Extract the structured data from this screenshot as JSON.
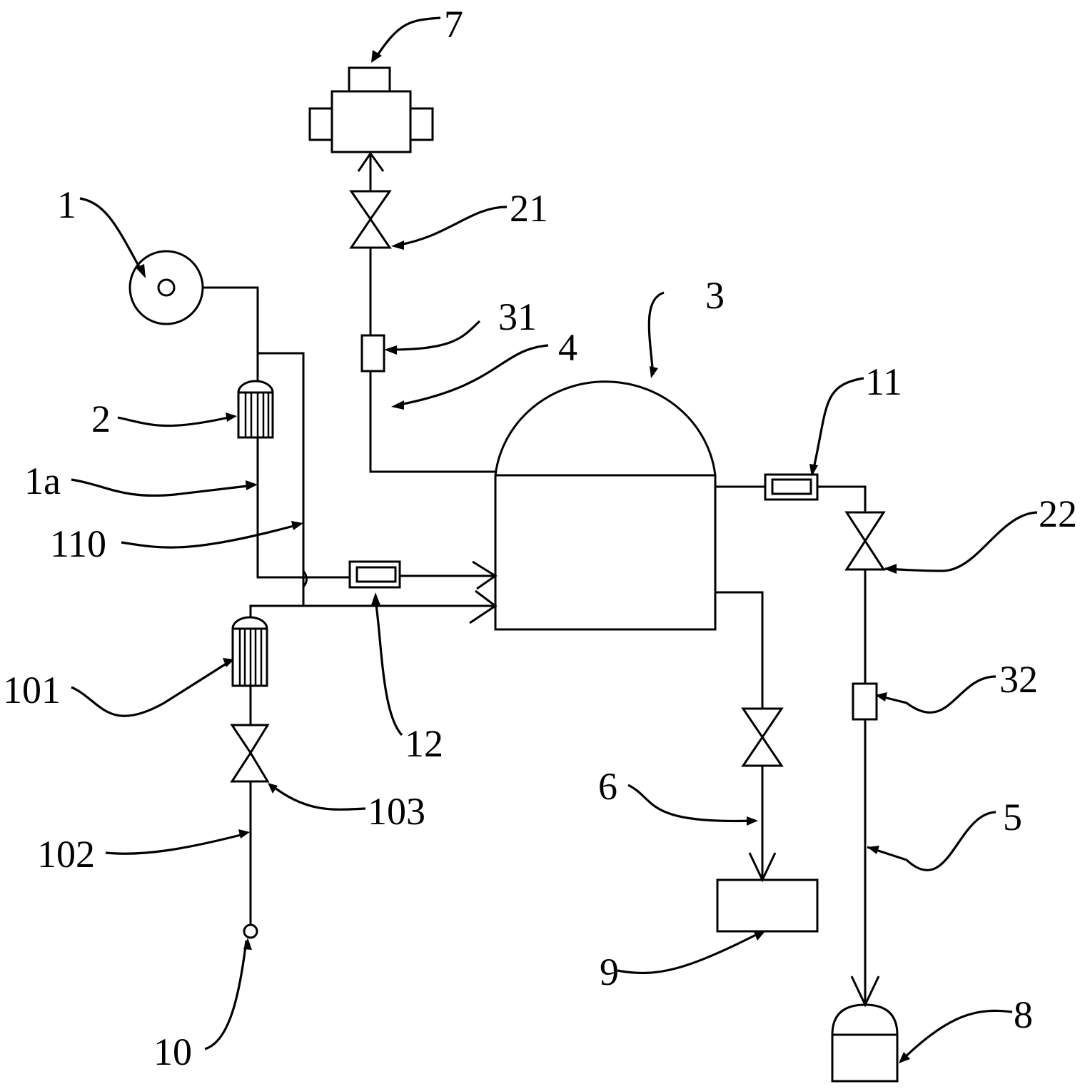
{
  "diagram": {
    "type": "process-flow-schematic",
    "colors": {
      "line": "#000000",
      "background": "#ffffff"
    },
    "labels": {
      "l1": "1",
      "l1a": "1a",
      "l2": "2",
      "l3": "3",
      "l4": "4",
      "l5": "5",
      "l6": "6",
      "l7": "7",
      "l8": "8",
      "l9": "9",
      "l10": "10",
      "l11": "11",
      "l12": "12",
      "l21": "21",
      "l22": "22",
      "l31": "31",
      "l32": "32",
      "l101": "101",
      "l102": "102",
      "l103": "103",
      "l110": "110"
    },
    "components": [
      {
        "ref": "1",
        "kind": "source-tank (circle)"
      },
      {
        "ref": "2",
        "kind": "filter/pump"
      },
      {
        "ref": "1a",
        "kind": "pipe"
      },
      {
        "ref": "110",
        "kind": "bypass pipe"
      },
      {
        "ref": "3",
        "kind": "reactor vessel (domed)"
      },
      {
        "ref": "4",
        "kind": "vent pipe"
      },
      {
        "ref": "31",
        "kind": "sensor"
      },
      {
        "ref": "21",
        "kind": "valve"
      },
      {
        "ref": "7",
        "kind": "processing unit"
      },
      {
        "ref": "11",
        "kind": "flow meter"
      },
      {
        "ref": "22",
        "kind": "valve"
      },
      {
        "ref": "32",
        "kind": "sensor"
      },
      {
        "ref": "5",
        "kind": "outlet pipe"
      },
      {
        "ref": "8",
        "kind": "collection tank"
      },
      {
        "ref": "6",
        "kind": "drain pipe"
      },
      {
        "ref": "9",
        "kind": "receiving container"
      },
      {
        "ref": "12",
        "kind": "flow meter"
      },
      {
        "ref": "101",
        "kind": "filter/pump"
      },
      {
        "ref": "102",
        "kind": "inlet pipe"
      },
      {
        "ref": "103",
        "kind": "valve"
      },
      {
        "ref": "10",
        "kind": "inlet port"
      }
    ]
  }
}
